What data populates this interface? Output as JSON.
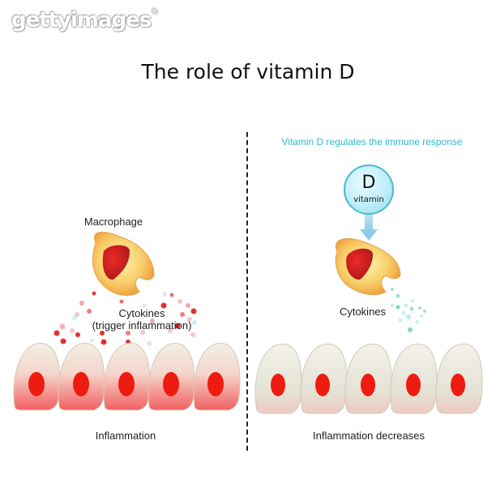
{
  "watermark": {
    "text": "gettyimages",
    "reg": "®"
  },
  "title": "The role of vitamin D",
  "left_panel": {
    "macrophage_label": "Macrophage",
    "cytokines_label": "Cytokines",
    "cytokines_sublabel": "(trigger inflammation)",
    "bottom_label": "Inflammation"
  },
  "right_panel": {
    "subtitle": "Vitamin D regulates the immune response",
    "vitamin_letter": "D",
    "vitamin_word": "vitamin",
    "cytokines_label": "Cytokines",
    "bottom_label": "Inflammation decreases"
  },
  "colors": {
    "accent_cyan": "#35b8cf",
    "nucleus_red": "#ee1c10",
    "macrophage_yellow": "#f7c45a",
    "cell_cream": "#ecebdf",
    "inflamed_pink": "#f25a5a"
  }
}
